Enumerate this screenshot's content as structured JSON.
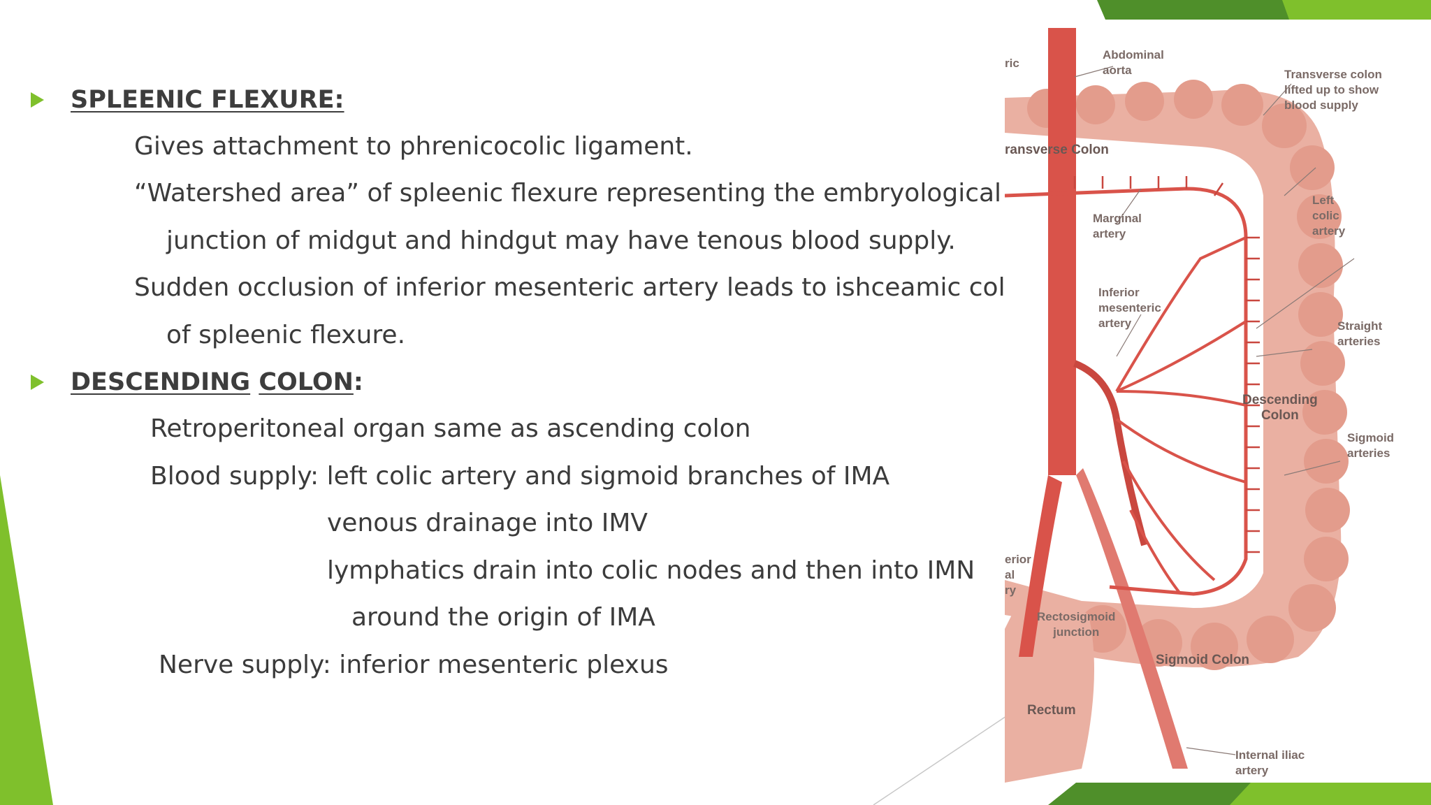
{
  "slide": {
    "section1": {
      "heading": "SPLEENIC FLEXURE:",
      "lines": [
        "Gives attachment to phrenicocolic ligament.",
        "“Watershed area” of spleenic flexure representing the embryological",
        "junction of midgut and hindgut may have tenous blood supply.",
        "Sudden occlusion of inferior mesenteric artery leads to ishceamic colitis",
        "of spleenic flexure."
      ]
    },
    "section2": {
      "heading_part1": "DESCENDING",
      "heading_part2": "COLON",
      "heading_colon": ":",
      "lines": [
        "Retroperitoneal organ same as ascending colon",
        "Blood supply: left colic artery and sigmoid branches of IMA",
        "venous drainage into IMV",
        "lymphatics drain into colic nodes and then into IMN",
        "around the origin of IMA",
        "Nerve supply: inferior mesenteric plexus"
      ]
    }
  },
  "figure": {
    "labels": {
      "edge_top": "ric",
      "abdominal_aorta": "Abdominal\naorta",
      "transverse_lifted": "Transverse colon\nlifted up to show\nblood supply",
      "transverse_colon": "ransverse Colon",
      "marginal_artery": "Marginal\nartery",
      "left_colic_artery": "Left\ncolic\nartery",
      "inferior_mesenteric_artery": "Inferior\nmesenteric\nartery",
      "straight_arteries": "Straight\narteries",
      "descending_colon": "Descending\nColon",
      "sigmoid_arteries": "Sigmoid\narteries",
      "edge_left": "erior\nal\nry",
      "rectosigmoid_junction": "Rectosigmoid\njunction",
      "sigmoid_colon": "Sigmoid Colon",
      "rectum": "Rectum",
      "internal_iliac_artery": "Internal iliac\nartery"
    }
  },
  "theme": {
    "accent": "#7fc02c",
    "accent_dark": "#4f8f2a",
    "text": "#3b3b3b",
    "artery": "#d9534a",
    "colon": "#e89a8a"
  }
}
